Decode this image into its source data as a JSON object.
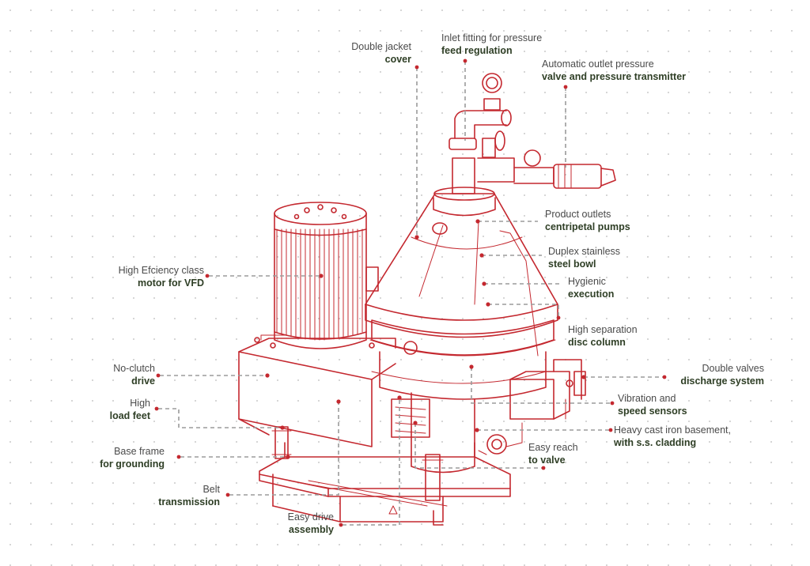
{
  "brand_color": "#c4282f",
  "labels": {
    "double_jacket": {
      "line1": "Double jacket",
      "line2": "cover"
    },
    "inlet_fitting": {
      "line1": "Inlet fitting for pressure",
      "line2": "feed regulation"
    },
    "auto_outlet": {
      "line1": "Automatic outlet pressure",
      "line2": "valve and pressure transmitter"
    },
    "product_outlets": {
      "line1": "Product outlets",
      "line2": "centripetal pumps"
    },
    "duplex_bowl": {
      "line1": "Duplex stainless",
      "line2": "steel bowl"
    },
    "hygienic": {
      "line1": "Hygienic",
      "line2": "execution"
    },
    "disc_column": {
      "line1": "High separation",
      "line2": "disc column"
    },
    "double_valves": {
      "line1": "Double valves",
      "line2": "discharge system"
    },
    "vibration": {
      "line1": "Vibration and",
      "line2": "speed sensors"
    },
    "cast_iron": {
      "line1": "Heavy cast iron basement,",
      "line2": "with s.s. cladding"
    },
    "easy_reach": {
      "line1": "Easy reach",
      "line2": "to valve"
    },
    "motor": {
      "line1": "High Efciency class",
      "line2": "motor for VFD"
    },
    "no_clutch": {
      "line1": "No-clutch",
      "line2": "drive"
    },
    "load_feet": {
      "line1": "High",
      "line2": "load feet"
    },
    "base_frame": {
      "line1": "Base frame",
      "line2": "for grounding"
    },
    "belt": {
      "line1": "Belt",
      "line2": "transmission"
    },
    "easy_drive": {
      "line1": "Easy drive",
      "line2": "assembly"
    }
  }
}
